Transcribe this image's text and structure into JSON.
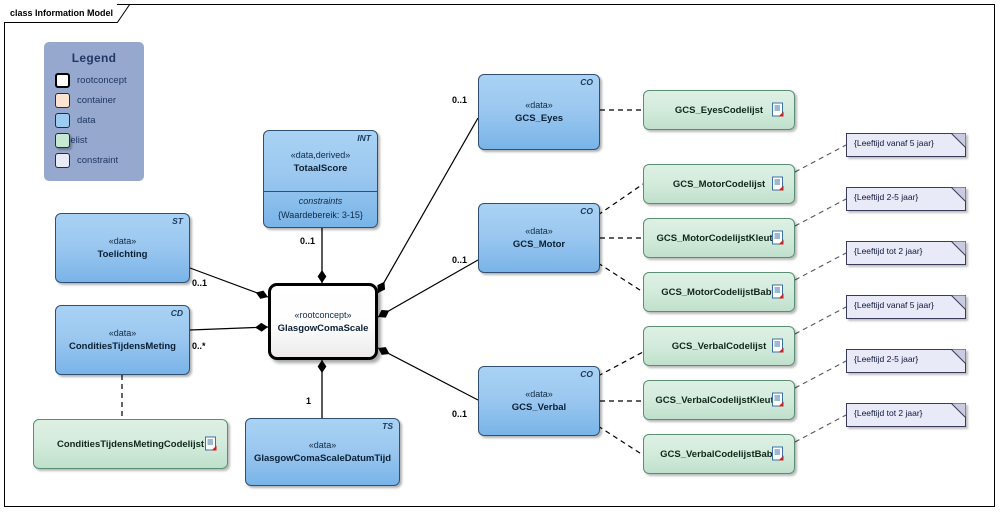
{
  "frame": {
    "label": "class Information Model"
  },
  "legend": {
    "title": "Legend",
    "items": [
      {
        "label": "rootconcept",
        "color": "#ffffff"
      },
      {
        "label": "container",
        "color": "#fbe3cf"
      },
      {
        "label": "data",
        "color": "#9dcaf0"
      },
      {
        "label": "codelist",
        "color": "#c4e8d1"
      },
      {
        "label": "constraint",
        "color": "#e8eaf8"
      }
    ]
  },
  "classes": {
    "totaalscore": {
      "tag": "INT",
      "stereotype": "«data,derived»",
      "name": "TotaalScore",
      "constraint_title": "constraints",
      "constraint_value": "{Waardebereik: 3-15}"
    },
    "glasgowcomascale": {
      "stereotype": "«rootconcept»",
      "name": "GlasgowComaScale"
    },
    "toelichting": {
      "tag": "ST",
      "stereotype": "«data»",
      "name": "Toelichting"
    },
    "condities": {
      "tag": "CD",
      "stereotype": "«data»",
      "name": "ConditiesTijdensMeting"
    },
    "datumtijd": {
      "tag": "TS",
      "stereotype": "«data»",
      "name": "GlasgowComaScaleDatumTijd"
    },
    "gcs_eyes": {
      "tag": "CO",
      "stereotype": "«data»",
      "name": "GCS_Eyes"
    },
    "gcs_motor": {
      "tag": "CO",
      "stereotype": "«data»",
      "name": "GCS_Motor"
    },
    "gcs_verbal": {
      "tag": "CO",
      "stereotype": "«data»",
      "name": "GCS_Verbal"
    }
  },
  "codelists": {
    "condities": "ConditiesTijdensMetingCodelijst",
    "eyes": "GCS_EyesCodelijst",
    "motor": "GCS_MotorCodelijst",
    "motor_kleuter": "GCS_MotorCodelijstKleuter",
    "motor_baby": "GCS_MotorCodelijstBaby",
    "verbal": "GCS_VerbalCodelijst",
    "verbal_kleuter": "GCS_VerbalCodelijstKleuter",
    "verbal_baby": "GCS_VerbalCodelijstBaby"
  },
  "notes": {
    "motor_vanaf5": "{Leeftijd vanaf 5 jaar}",
    "motor_2_5": "{Leeftijd 2-5 jaar}",
    "motor_tot2": "{Leeftijd tot 2 jaar}",
    "verbal_vanaf5": "{Leeftijd vanaf 5 jaar}",
    "verbal_2_5": "{Leeftijd 2-5 jaar}",
    "verbal_tot2": "{Leeftijd tot 2 jaar}"
  },
  "multiplicities": {
    "totaalscore": "0..1",
    "toelichting": "0..1",
    "condities": "0..*",
    "datumtijd": "1",
    "eyes": "0..1",
    "motor": "0..1",
    "verbal": "0..1"
  }
}
